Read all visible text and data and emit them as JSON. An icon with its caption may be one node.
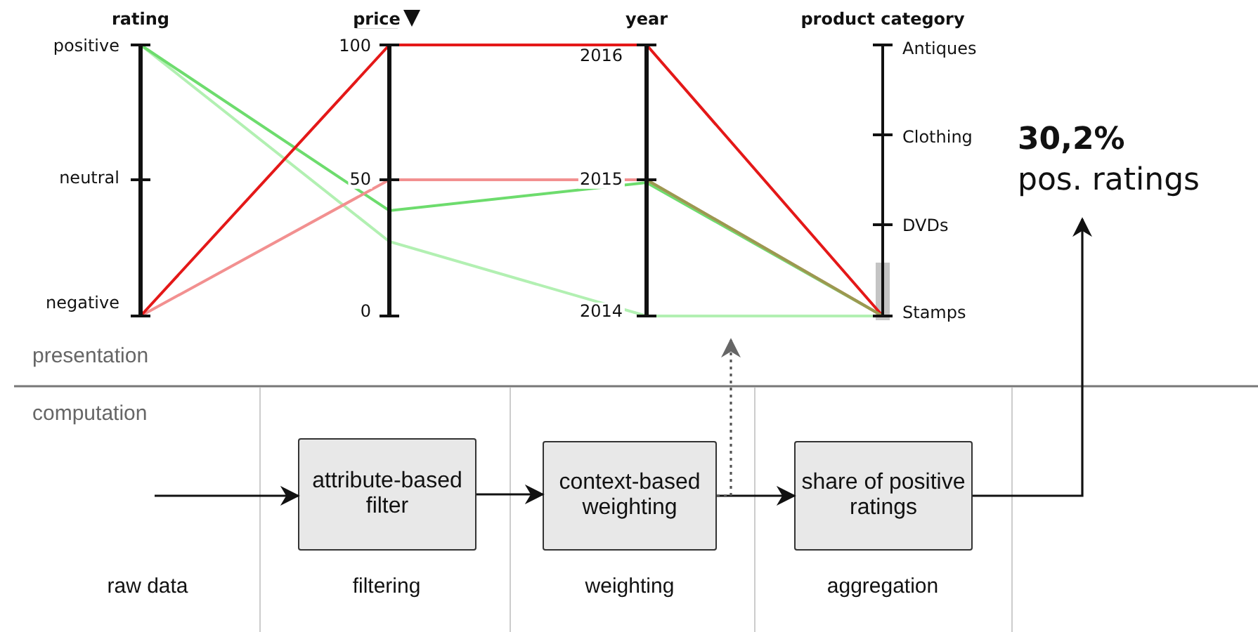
{
  "diagram": {
    "nodes": [
      {
        "text": [
          "attribute-based filter"
        ]
      },
      {
        "text": [
          "context-based weighting"
        ]
      },
      {
        "text": [
          "share of positive ratings"
        ]
      },
      {
        "text": [
          "30,2%",
          "pos. ratings"
        ]
      },
      {
        "text": [],
        "shape": "chart"
      }
    ],
    "edges": [
      {
        "from": null,
        "to": 0,
        "arrow": "to"
      },
      {
        "from": 0,
        "to": 1,
        "arrow": "to"
      },
      {
        "from": 1,
        "to": 2,
        "arrow": "to"
      },
      {
        "from": 2,
        "to": 3,
        "arrow": "to"
      },
      {
        "from": 1,
        "to": 4,
        "arrow": "to",
        "style": "dashed"
      }
    ],
    "labels": [
      "rating",
      "price",
      "year",
      "product category",
      "positive",
      "neutral",
      "negative",
      "100",
      "50",
      "0",
      "2016",
      "2015",
      "2014",
      "Antiques",
      "Clothing",
      "DVDs",
      "Stamps",
      "presentation",
      "computation",
      "raw data",
      "filtering",
      "weighting",
      "aggregation"
    ]
  }
}
